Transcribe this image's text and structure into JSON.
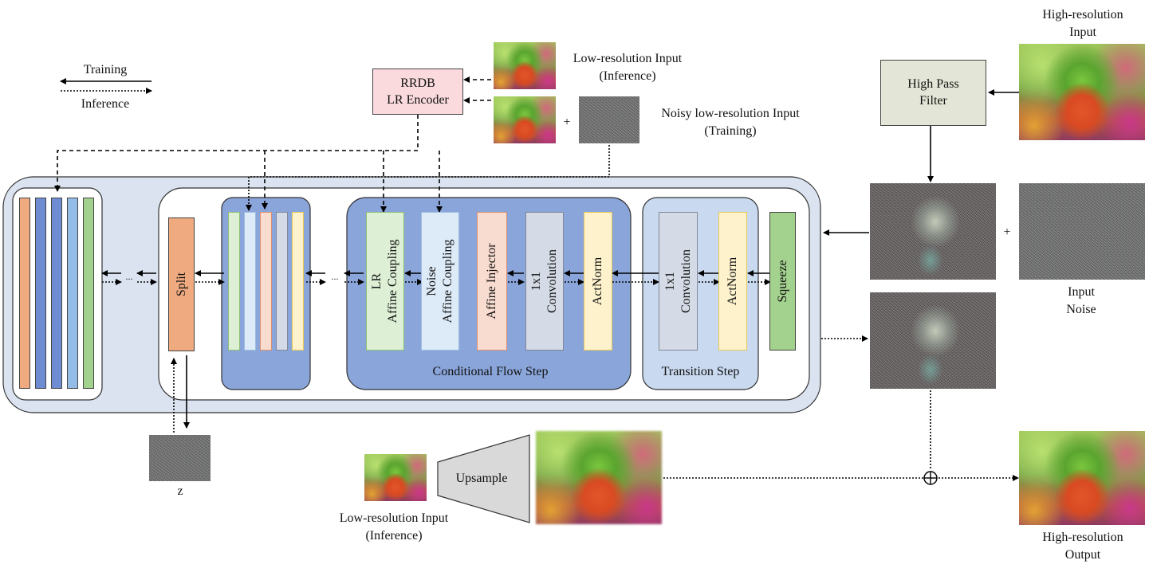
{
  "legend": {
    "training": "Training",
    "inference": "Inference"
  },
  "encoder": {
    "line1": "RRDB",
    "line2": "LR Encoder",
    "color": "#fadadd"
  },
  "lr_input_top": {
    "line1": "Low-resolution Input",
    "line2": "(Inference)"
  },
  "noisy_input": {
    "line1": "Noisy low-resolution Input",
    "line2": "(Training)"
  },
  "plus": "+",
  "hp_filter": {
    "line1": "High Pass",
    "line2": "Filter",
    "color": "#e3e6d6"
  },
  "hr_input": {
    "line1": "High-resolution",
    "line2": "Input"
  },
  "input_noise": {
    "line1": "Input",
    "line2": "Noise"
  },
  "split": "Split",
  "ellipsis": "...",
  "cond_flow": {
    "caption": "Conditional Flow Step",
    "blocks": [
      {
        "line1": "LR",
        "line2": "Affine Coupling",
        "color": "#ddf0d6",
        "border": "#8cbf6e"
      },
      {
        "line1": "Noise",
        "line2": "Affine Coupling",
        "color": "#ddeaf7",
        "border": "#9fbde0"
      },
      {
        "line1": "Affine Injector",
        "line2": "",
        "color": "#f9dcd0",
        "border": "#e08e6a"
      },
      {
        "line1": "1x1",
        "line2": "Convolution",
        "color": "#d5dbe6",
        "border": "#7f8899"
      },
      {
        "line1": "ActNorm",
        "line2": "",
        "color": "#fdf2cc",
        "border": "#e8c955"
      }
    ]
  },
  "transition": {
    "caption": "Transition Step",
    "blocks": [
      {
        "line1": "1x1",
        "line2": "Convolution",
        "color": "#d5dbe6",
        "border": "#7f8899"
      },
      {
        "line1": "ActNorm",
        "line2": "",
        "color": "#fdf2cc",
        "border": "#e8c955"
      }
    ]
  },
  "squeeze": "Squeeze",
  "z_label": "z",
  "upsample": "Upsample",
  "lr_input_bottom": {
    "line1": "Low-resolution Input",
    "line2": "(Inference)"
  },
  "hr_output": {
    "line1": "High-resolution",
    "line2": "Output"
  },
  "oplus": "⊕",
  "colors": {
    "outer_panel": "#dbe3f1",
    "flow_panel": "#8aa5da",
    "transition_panel": "#c9d9ef",
    "split_fill": "#efaa80",
    "squeeze_fill": "#a3d18e"
  }
}
